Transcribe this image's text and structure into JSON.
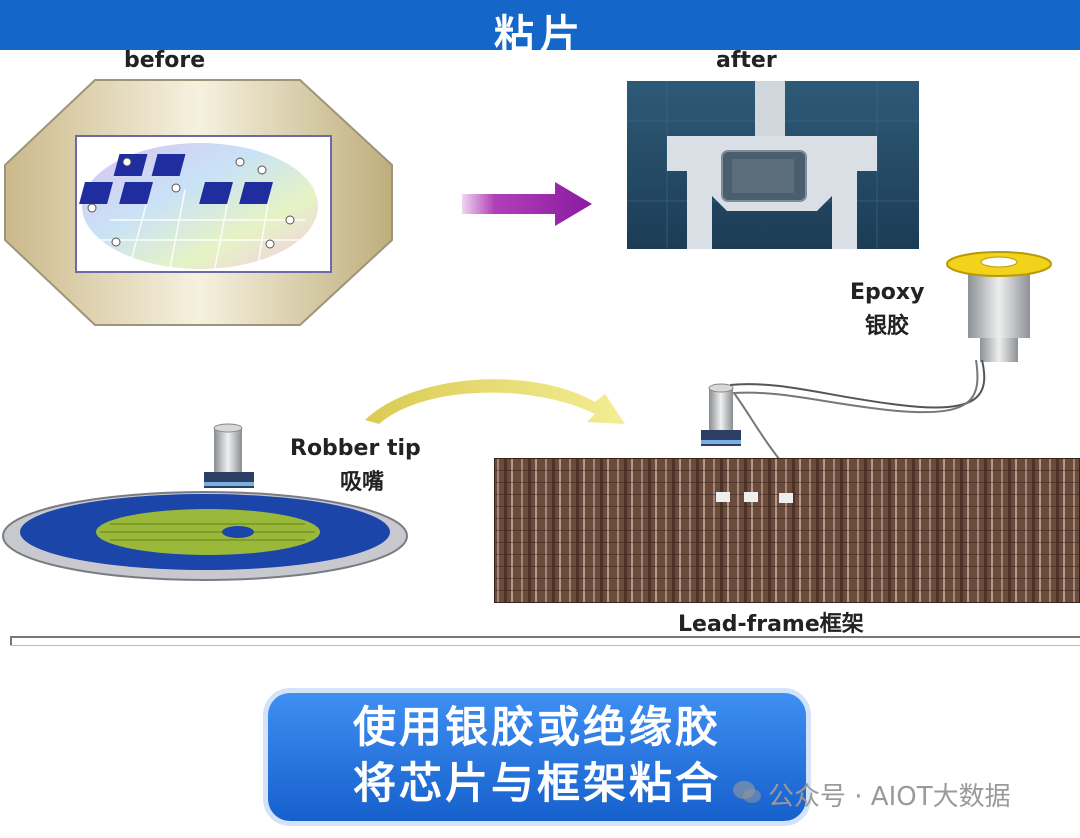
{
  "title": "粘片",
  "labels": {
    "before": "before",
    "after": "after",
    "epoxy_en": "Epoxy",
    "epoxy_cn": "银胶",
    "tip_en": "Robber tip",
    "tip_cn": "吸嘴",
    "leadframe": "Lead-frame框架"
  },
  "caption": {
    "line1": "使用银胶或绝缘胶",
    "line2": "将芯片与框架粘合"
  },
  "watermark": "公众号 · AIOT大数据",
  "colors": {
    "title_bar": "#1467c8",
    "arrow": "#8a1aa0",
    "caption_bg": "#2f7fe6",
    "epoxy_cap": "#f2d21a"
  },
  "icons": [
    "arrow-right-icon",
    "curved-arrow-icon",
    "wechat-icon"
  ]
}
